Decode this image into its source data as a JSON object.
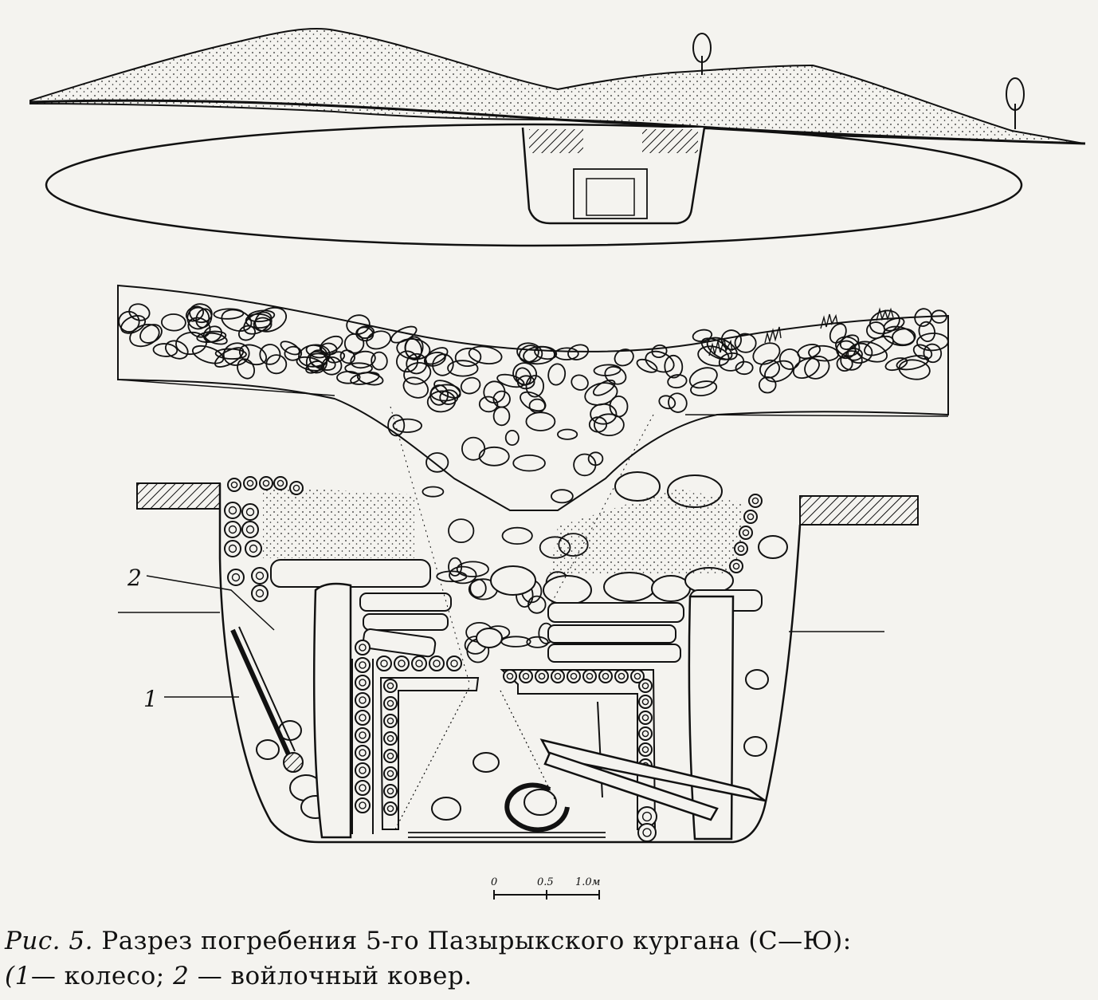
{
  "figure": {
    "callout_1": "1",
    "callout_2": "2",
    "scale": {
      "tick_0": "0",
      "tick_mid": "0.5",
      "tick_end": "1.0м"
    }
  },
  "caption": {
    "prefix": "Рис. 5.",
    "line1": "Разрез погребения 5-го Пазырыкского кургана (С—Ю):",
    "line2_a": "(1",
    "line2_b": "— колесо;",
    "line2_c": "2",
    "line2_d": "— войлочный ковер."
  },
  "colors": {
    "ink": "#111111",
    "paper": "#f4f3ef"
  }
}
